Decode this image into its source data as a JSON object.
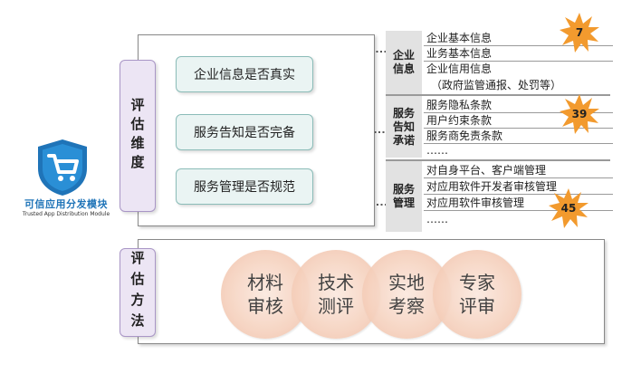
{
  "logo": {
    "title": "可信应用分发模块",
    "subtitle": "Trusted App Distribution Module",
    "colors": {
      "shield": "#1f74b8",
      "cart": "#ffffff"
    }
  },
  "evaluation": {
    "label": "评估维度",
    "criteria": [
      "企业信息是否真实",
      "服务告知是否完备",
      "服务管理是否规范"
    ]
  },
  "details": {
    "groups": [
      {
        "category": "企业\n信息",
        "items": [
          "企业基本信息",
          "业务基本信息",
          "企业信用信息",
          "（政府监管通报、处罚等）"
        ],
        "badge": "7"
      },
      {
        "category": "服务\n告知\n承诺",
        "items": [
          "服务隐私条款",
          "用户约束条款",
          "服务商免责条款",
          "……"
        ],
        "badge": "39"
      },
      {
        "category": "服务\n管理",
        "items": [
          "对自身平台、客户端管理",
          "对应用软件开发者审核管理",
          "对应用软件审核管理",
          "……"
        ],
        "badge": "45"
      }
    ]
  },
  "method": {
    "label": "评估方法",
    "methods": [
      "材料审核",
      "技术测评",
      "实地考察",
      "专家评审"
    ]
  },
  "colors": {
    "badge": "#f29a2e",
    "criteria_fill": "#eaf4f3",
    "label_fill": "#ece5f4",
    "circle_fill": "#f6d2bf"
  }
}
